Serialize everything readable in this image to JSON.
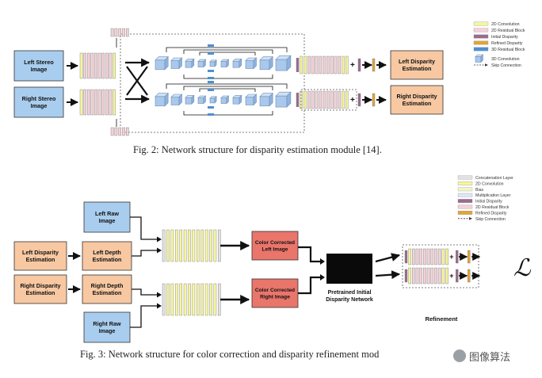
{
  "fig2": {
    "inputs": [
      "Left Stereo Image",
      "Right Stereo Image"
    ],
    "outputs": [
      "Left Disparity Estimation",
      "Right Disparity Estimation"
    ],
    "legend": [
      "2D Convolution",
      "2D Residual Block",
      "Initial Disparity",
      "Refined Disparity",
      "3D Residual Block",
      "3D Convolution",
      "Skip Connection"
    ],
    "caption": "Fig. 2: Network structure for disparity estimation module [14]."
  },
  "fig3": {
    "raw_inputs": [
      "Left Raw Image",
      "Right Raw Image"
    ],
    "disparity_inputs": [
      "Left Disparity Estimation",
      "Right Disparity Estimation"
    ],
    "depth_boxes": [
      "Left Depth Estimation",
      "Right Depth Estimation"
    ],
    "color_corrected": [
      "Color Corrected Left Image",
      "Color Corrected Right Image"
    ],
    "pretrained": "Pretrained Initial Disparity Network",
    "refinement": "Refinement",
    "loss_symbol": "ℒ",
    "legend": [
      "Concatenation Layer",
      "2D Convolution",
      "Bias",
      "Multiplication Layer",
      "Initial Disparity",
      "2D Residual Block",
      "Refined Disparity",
      "Skip Connection"
    ],
    "caption": "Fig. 3: Network structure for color correction and disparity refinement mod"
  },
  "watermark": "图像算法",
  "colors": {
    "blue_box": "#a9cdee",
    "orange_box": "#f7c8a2",
    "red_box": "#e9756b",
    "conv2d": "#f5f5a0",
    "residual2d": "#f3d2d7",
    "initial_disp": "#9b6b8c",
    "refined_disp": "#e0a53a",
    "residual3d": "#4f8fd0",
    "concat": "#e2e2e2",
    "cube": "#a9c8ec"
  }
}
